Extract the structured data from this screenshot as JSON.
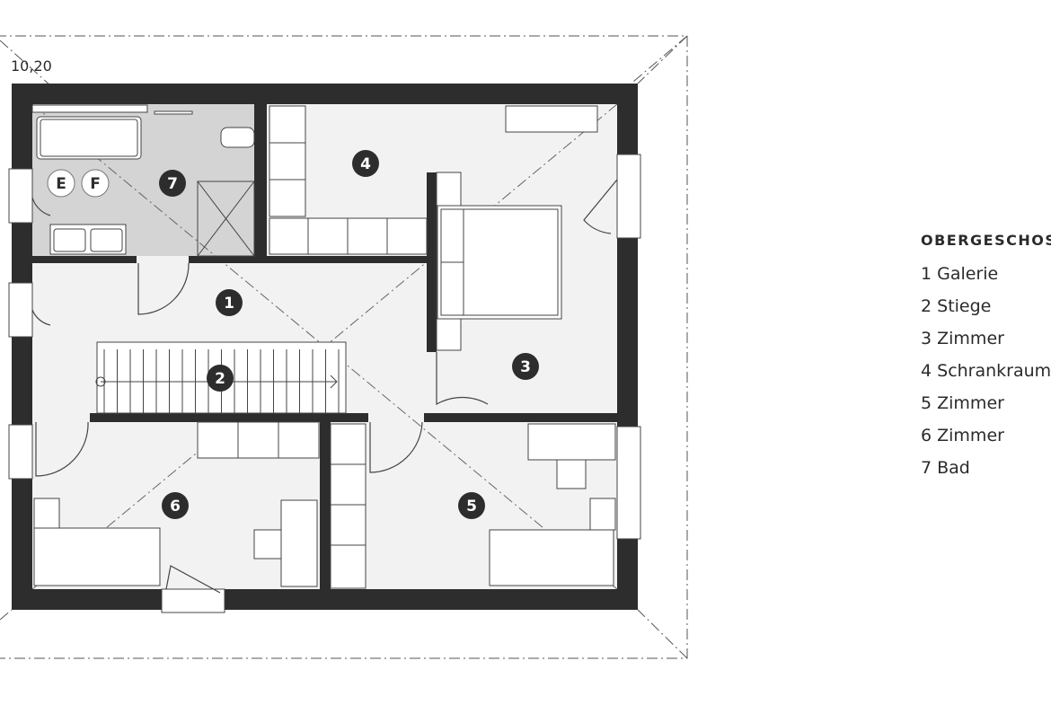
{
  "dimension_label": "10,20",
  "rooms": [
    {
      "number": "1",
      "name": "Galerie"
    },
    {
      "number": "2",
      "name": "Stiege"
    },
    {
      "number": "3",
      "name": "Zimmer"
    },
    {
      "number": "4",
      "name": "Schrankraum"
    },
    {
      "number": "5",
      "name": "Zimmer"
    },
    {
      "number": "6",
      "name": "Zimmer"
    },
    {
      "number": "7",
      "name": "Bad"
    }
  ],
  "bath_markers": [
    "E",
    "F"
  ],
  "legend": {
    "title": "OBERGESCHOSS",
    "items": [
      "1 Galerie",
      "2 Stiege",
      "3 Zimmer",
      "4 Schrankraum",
      "5 Zimmer",
      "6 Zimmer",
      "7 Bad"
    ]
  },
  "colors": {
    "wall": "#2d2d2d",
    "floor": "#f2f2f2",
    "bath": "#d4d4d4"
  }
}
